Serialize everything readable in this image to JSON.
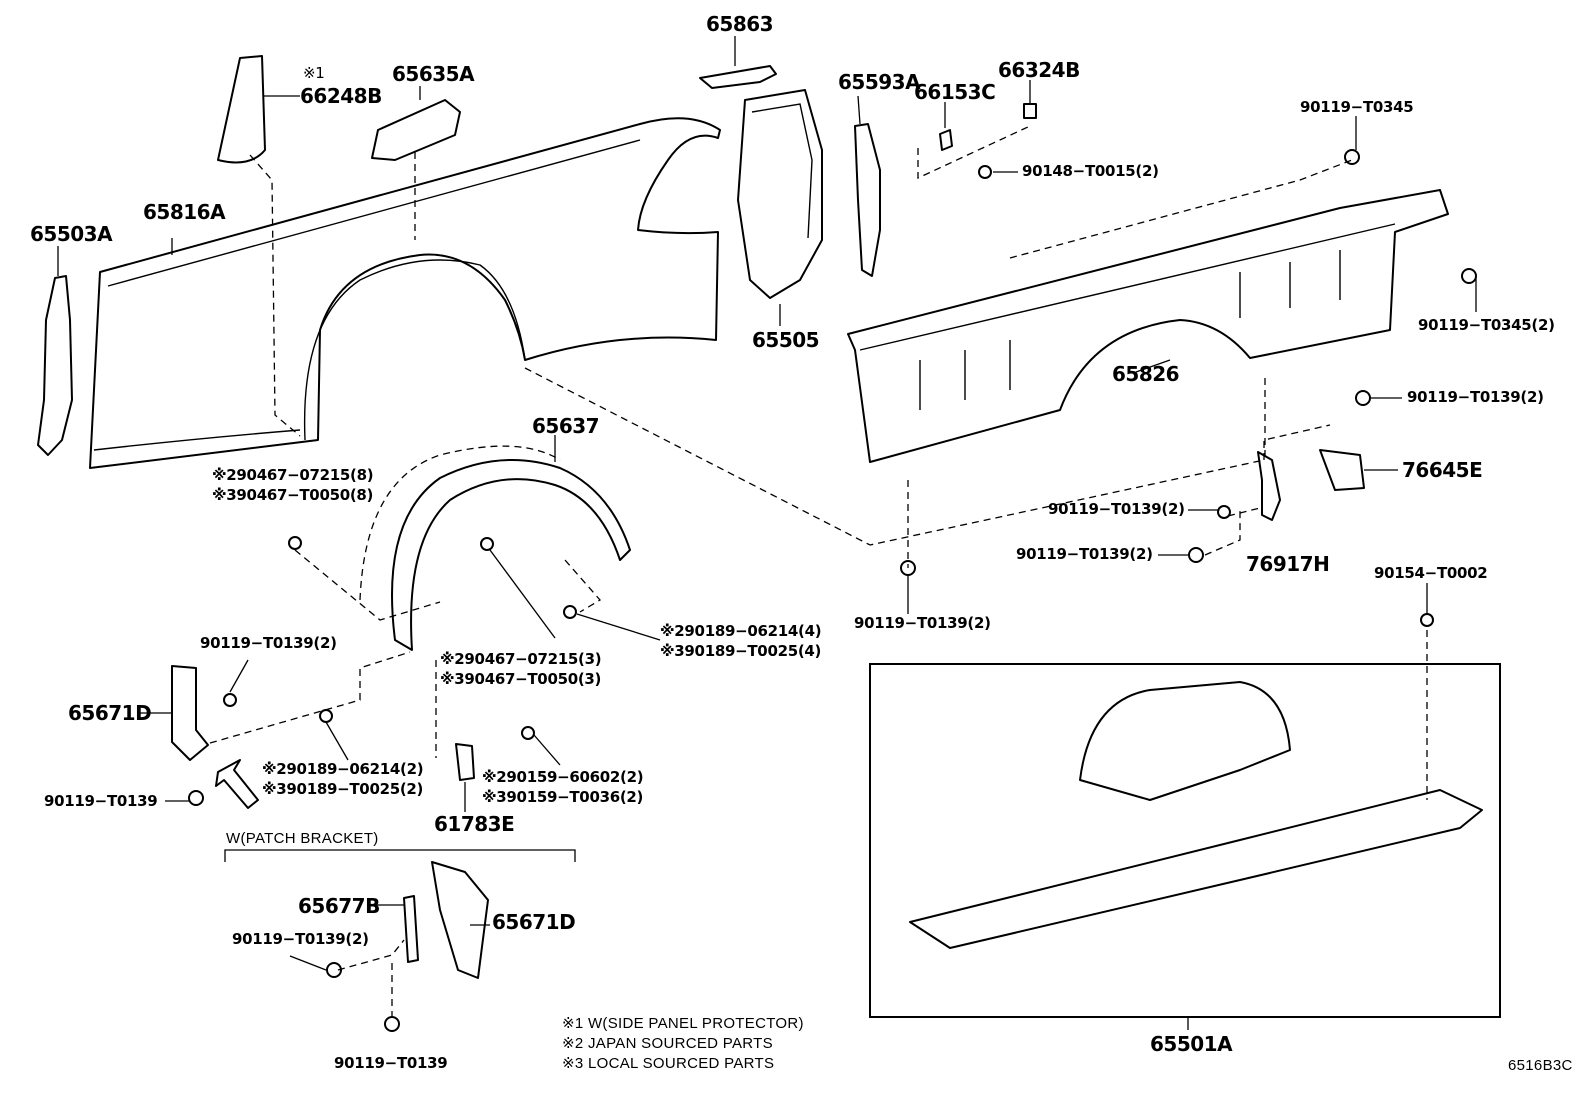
{
  "diagram_code": "6516B3C",
  "labels": {
    "p65863": "65863",
    "p66248b_note": "※1",
    "p66248b": "66248B",
    "p65635a": "65635A",
    "p65593a": "65593A",
    "p66153c": "66153C",
    "p66324b": "66324B",
    "p90119_t0345_top": "90119−T0345",
    "p90148_t0015": "90148−T0015(2)",
    "p65816a": "65816A",
    "p65503a": "65503A",
    "p65505": "65505",
    "p65826": "65826",
    "p90119_t0345_2": "90119−T0345(2)",
    "p90119_t0139_r1": "90119−T0139(2)",
    "p65637": "65637",
    "p76645e": "76645E",
    "p90467_a1": "※290467−07215(8)",
    "p90467_a2": "※390467−T0050(8)",
    "p90119_t0139_m1": "90119−T0139(2)",
    "p90119_t0139_m2": "90119−T0139(2)",
    "p76917h": "76917H",
    "p90154_t0002": "90154−T0002",
    "p90189_b1": "※290189−06214(4)",
    "p90189_b2": "※390189−T0025(4)",
    "p90119_t0139_c": "90119−T0139(2)",
    "p90119_t0139_l": "90119−T0139(2)",
    "p90467_c1": "※290467−07215(3)",
    "p90467_c2": "※390467−T0050(3)",
    "p65671d_top": "65671D",
    "p90189_d1": "※290189−06214(2)",
    "p90189_d2": "※390189−T0025(2)",
    "p90159_1": "※290159−60602(2)",
    "p90159_2": "※390159−T0036(2)",
    "p90119_t0139_bl": "90119−T0139",
    "p61783e": "61783E",
    "patch_bracket": "W(PATCH BRACKET)",
    "p65677b": "65677B",
    "p65671d_bot": "65671D",
    "p90119_t0139_pb": "90119−T0139(2)",
    "p90119_t0139_pbb": "90119−T0139",
    "p65501a": "65501A"
  },
  "notes": [
    "※1 W(SIDE PANEL PROTECTOR)",
    "※2  JAPAN SOURCED PARTS",
    "※3  LOCAL SOURCED PARTS"
  ]
}
